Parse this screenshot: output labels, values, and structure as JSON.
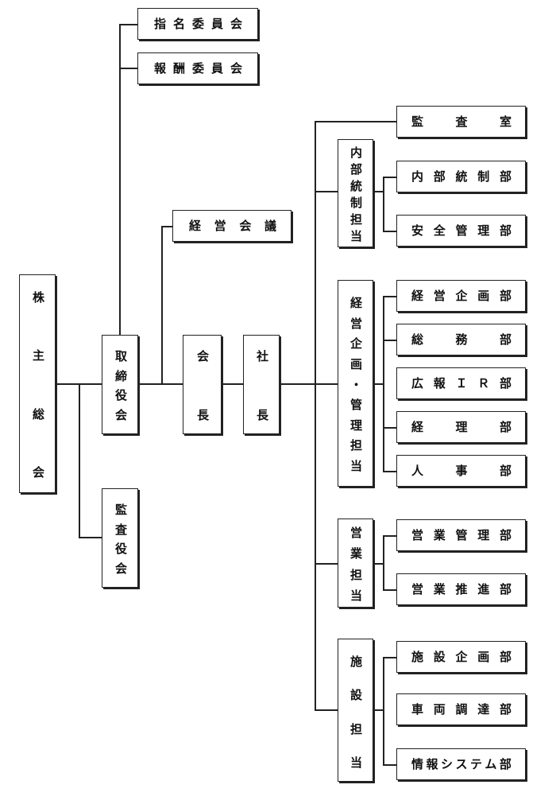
{
  "org_chart": {
    "shareholders_meeting": "株主総会",
    "board_of_directors": "取締役会",
    "audit_board": "監査役会",
    "nomination_committee": "指名委員会",
    "compensation_committee": "報酬委員会",
    "management_meeting": "経営会議",
    "chairman": "会長",
    "president": "社長",
    "audit_office": "監査室",
    "groups": [
      {
        "name": "内部統制担当",
        "depts": [
          "内部統制部",
          "安全管理部"
        ]
      },
      {
        "name": "経営企画・管理担当",
        "depts": [
          "経営企画部",
          "総務部",
          "広報ＩＲ部",
          "経理部",
          "人事部"
        ]
      },
      {
        "name": "営業担当",
        "depts": [
          "営業管理部",
          "営業推進部"
        ]
      },
      {
        "name": "施設担当",
        "depts": [
          "施設企画部",
          "車両調達部",
          "情報システム部"
        ]
      }
    ]
  }
}
